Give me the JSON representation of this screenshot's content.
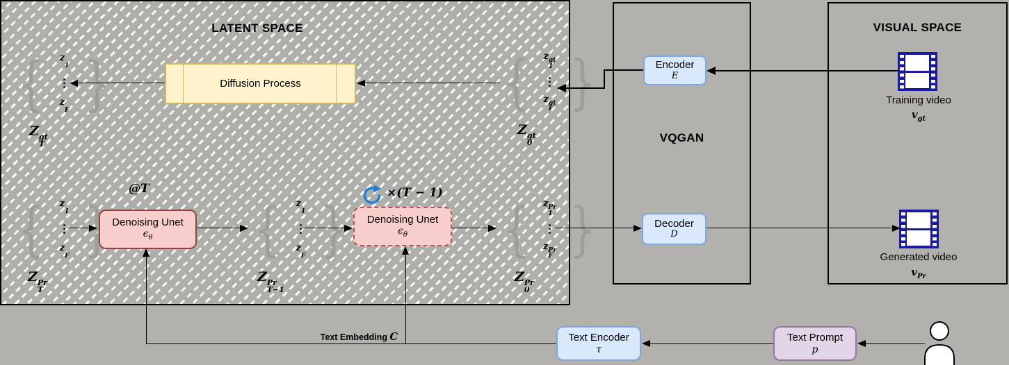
{
  "latent_space": {
    "title": "LATENT SPACE",
    "diffusion_label": "Diffusion Process",
    "unet_label": "Denoising Unet",
    "unet_symbol": {
      "base": "ϵ",
      "sub": "θ"
    },
    "at_t_label": "@T",
    "repeat_label": "×(T − 1)",
    "dots": "⋮",
    "brace_open": "{",
    "brace_close": "}",
    "latents": {
      "zt_gt": {
        "top": {
          "base": "z",
          "sup": "",
          "sub": "1"
        },
        "bottom": {
          "base": "z",
          "sup": "",
          "sub": "F"
        },
        "label": {
          "base": "Z",
          "sup": "gt",
          "sub": "T"
        }
      },
      "z0_gt": {
        "top": {
          "base": "z",
          "sup": "gt",
          "sub": "1"
        },
        "bottom": {
          "base": "z",
          "sup": "gt",
          "sub": "F"
        },
        "label": {
          "base": "Z",
          "sup": "gt",
          "sub": "0"
        }
      },
      "zt_pr": {
        "top": {
          "base": "z",
          "sup": "",
          "sub": "1"
        },
        "bottom": {
          "base": "z",
          "sup": "",
          "sub": "F"
        },
        "label": {
          "base": "Z",
          "sup": "Pr",
          "sub": "T"
        }
      },
      "ztm1_pr": {
        "top": {
          "base": "z",
          "sup": "",
          "sub": "1"
        },
        "bottom": {
          "base": "z",
          "sup": "",
          "sub": "F"
        },
        "label": {
          "base": "Z",
          "sup": "Pr",
          "sub": "T−1"
        }
      },
      "z0_pr": {
        "top": {
          "base": "z",
          "sup": "Pr",
          "sub": "1"
        },
        "bottom": {
          "base": "z",
          "sup": "Pr",
          "sub": "F"
        },
        "label": {
          "base": "Z",
          "sup": "Pr",
          "sub": "0"
        }
      }
    }
  },
  "vqgan": {
    "title": "VQGAN",
    "encoder_label": "Encoder",
    "encoder_symbol": "E",
    "decoder_label": "Decoder",
    "decoder_symbol": "D"
  },
  "visual_space": {
    "title": "VISUAL SPACE",
    "training_label": "Training video",
    "training_symbol": {
      "base": "v",
      "sub": "gt"
    },
    "generated_label": "Generated video",
    "generated_symbol": {
      "base": "v",
      "sub": "Pr"
    }
  },
  "bottom": {
    "text_encoder_label": "Text Encoder",
    "text_encoder_symbol": "τ",
    "text_prompt_label": "Text Prompt",
    "text_prompt_symbol": "p",
    "embedding_label": "Text Embedding",
    "embedding_symbol": "C"
  },
  "colors": {
    "background": "#b2b1ae",
    "diffusion_fill": "#FFF2CC",
    "diffusion_border": "#D6B656",
    "unet_fill": "#F8CECC",
    "unet_border": "#B85450",
    "blue_fill": "#DAE8FC",
    "blue_border": "#7EA6E0",
    "prompt_fill": "#E1D5E7",
    "prompt_border": "#9673A6",
    "film_blue": "#1A1AA0",
    "refresh_blue": "#1F7FD9"
  }
}
